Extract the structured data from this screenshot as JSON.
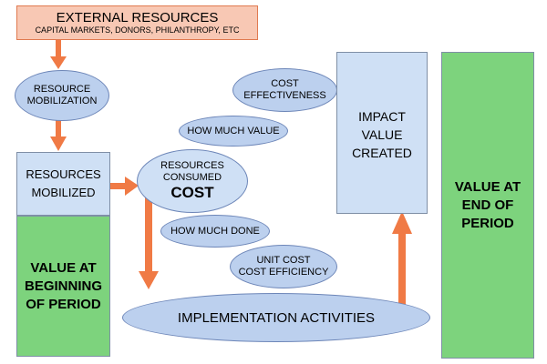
{
  "colors": {
    "external_bg": "#f8c8b4",
    "external_border": "#e07a50",
    "light_blue": "#cfe0f5",
    "ellipse_blue": "#bcd0ee",
    "green": "#7dd37d",
    "arrow_orange": "#f07a45"
  },
  "external": {
    "title": "EXTERNAL RESOURCES",
    "subtitle": "CAPITAL MARKETS, DONORS, PHILANTHROPY,  ETC"
  },
  "resource_mobilization": [
    "RESOURCE",
    "MOBILIZATION"
  ],
  "resources_mobilized": [
    "RESOURCES",
    "MOBILIZED"
  ],
  "value_beginning": [
    "VALUE AT",
    "BEGINNING",
    "OF PERIOD"
  ],
  "resources_consumed": [
    "RESOURCES",
    "CONSUMED"
  ],
  "cost_label": "COST",
  "how_much_value": "HOW MUCH VALUE",
  "cost_effectiveness": [
    "COST",
    "EFFECTIVENESS"
  ],
  "how_much_done": "HOW MUCH DONE",
  "unit_cost": [
    "UNIT COST",
    "COST EFFICIENCY"
  ],
  "implementation": "IMPLEMENTATION ACTIVITIES",
  "impact": [
    "IMPACT",
    "VALUE",
    "CREATED"
  ],
  "value_end": [
    "VALUE AT",
    "END OF",
    "PERIOD"
  ]
}
